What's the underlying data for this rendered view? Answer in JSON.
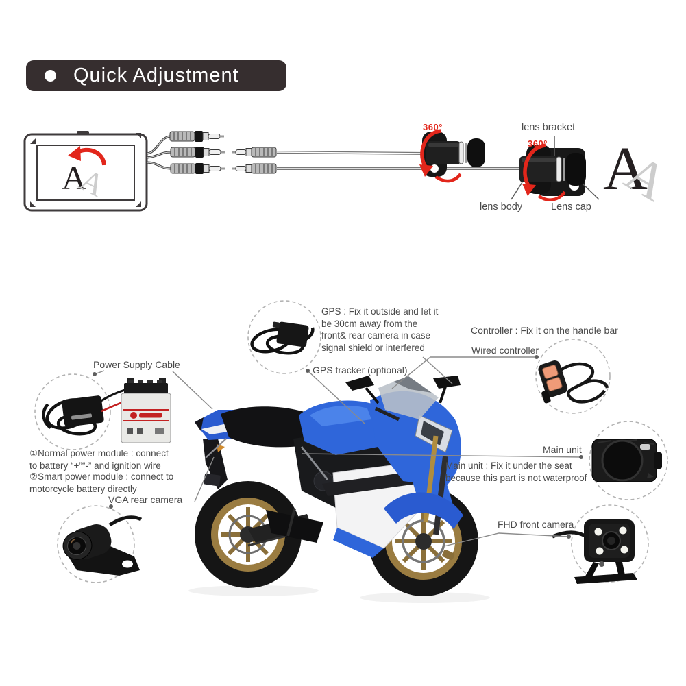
{
  "header": {
    "title": "Quick Adjustment"
  },
  "quick_adjustment": {
    "screen_letter": "A",
    "screen_ghost_letter": "A",
    "rotation_badge_1": "360°",
    "rotation_badge_2": "360°",
    "lens_bracket_label": "lens bracket",
    "lens_body_label": "lens body",
    "lens_cap_label": "Lens cap",
    "side_letter": "A",
    "side_ghost_letter": "A"
  },
  "installation": {
    "power_supply_cable_label": "Power Supply Cable",
    "gps_note": "GPS : Fix it outside and let it be 30cm away from the front& rear camera in case signal shield or interfered",
    "gps_tracker_label": "GPS tracker (optional)",
    "controller_note": "Controller : Fix it on the handle bar",
    "wired_controller_label": "Wired controller",
    "power_module_note_1": "①Normal power module : connect to battery “+”“-” and ignition wire",
    "power_module_note_2": "②Smart power module : connect to motorcycle battery directly",
    "vga_rear_camera_label": "VGA rear camera",
    "main_unit_label": "Main unit",
    "main_unit_note": "Main unit : Fix it under the seat because this part is not waterproof",
    "fhd_front_camera_label": "FHD front camera"
  },
  "colors": {
    "banner_bg": "#362e2f",
    "accent_red": "#e2261b",
    "label_text": "#4a4a4a",
    "bike_blue": "#2f66da",
    "wheel_gold": "#9a7c41"
  }
}
